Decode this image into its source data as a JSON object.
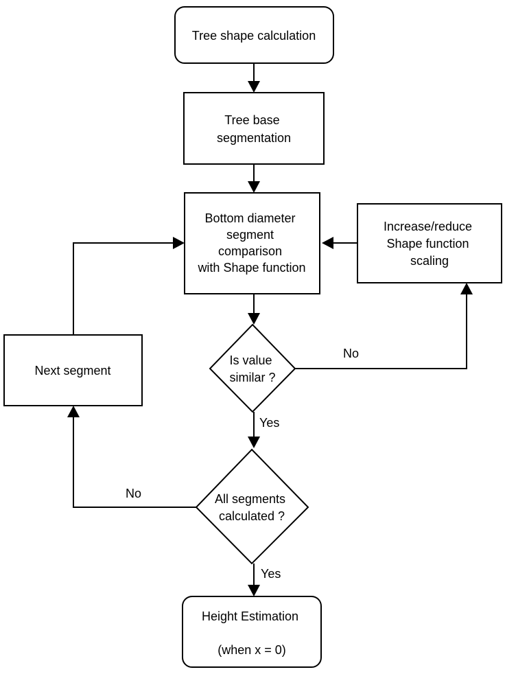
{
  "nodes": {
    "start": {
      "lines": [
        "Tree shape calculation"
      ]
    },
    "segmentation": {
      "lines": [
        "Tree base",
        "segmentation"
      ]
    },
    "comparison": {
      "lines": [
        "Bottom diameter",
        "segment",
        "comparison",
        "with Shape function"
      ]
    },
    "scaling": {
      "lines": [
        "Increase/reduce",
        "Shape function",
        "scaling"
      ]
    },
    "next_segment": {
      "lines": [
        "Next segment"
      ]
    },
    "similar": {
      "lines": [
        "Is value",
        "similar ?"
      ]
    },
    "all_segments": {
      "lines": [
        "All segments",
        "calculated ?"
      ]
    },
    "height": {
      "lines": [
        "Height Estimation",
        "",
        "(when x = 0)"
      ]
    }
  },
  "edge_labels": {
    "similar_no": "No",
    "similar_yes": "Yes",
    "all_no": "No",
    "all_yes": "Yes"
  }
}
